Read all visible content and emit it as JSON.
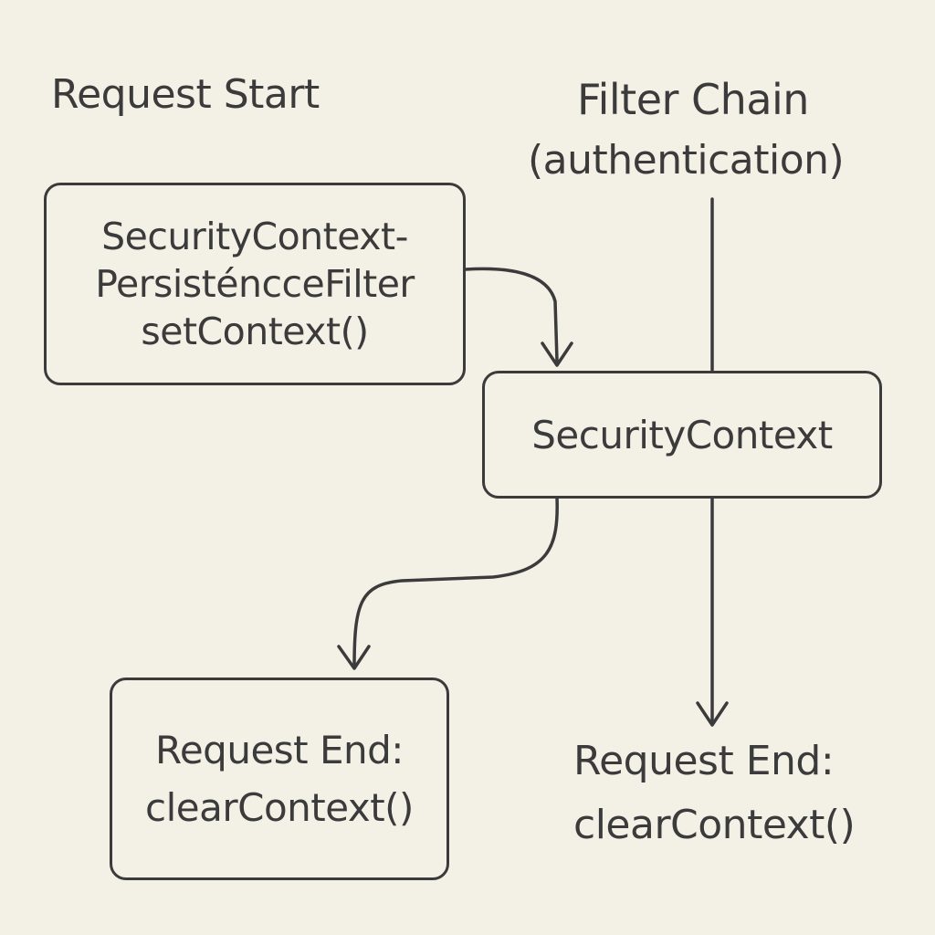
{
  "labels": {
    "request_start": "Request Start",
    "filter_chain_line1": "Filter Chain",
    "filter_chain_line2": "(authentication)",
    "request_end_right_line1": "Request End:",
    "request_end_right_line2": "clearContext()"
  },
  "boxes": {
    "persistence_filter": {
      "line1": "SecurityContext-",
      "line2": "PersisténcceFilter",
      "line3": "setContext()"
    },
    "security_context": {
      "line1": "SecurityContext"
    },
    "request_end_left": {
      "line1": "Request End:",
      "line2": "clearContext()"
    }
  },
  "colors": {
    "background": "#f3f0e6",
    "ink": "#3b3b3b"
  }
}
